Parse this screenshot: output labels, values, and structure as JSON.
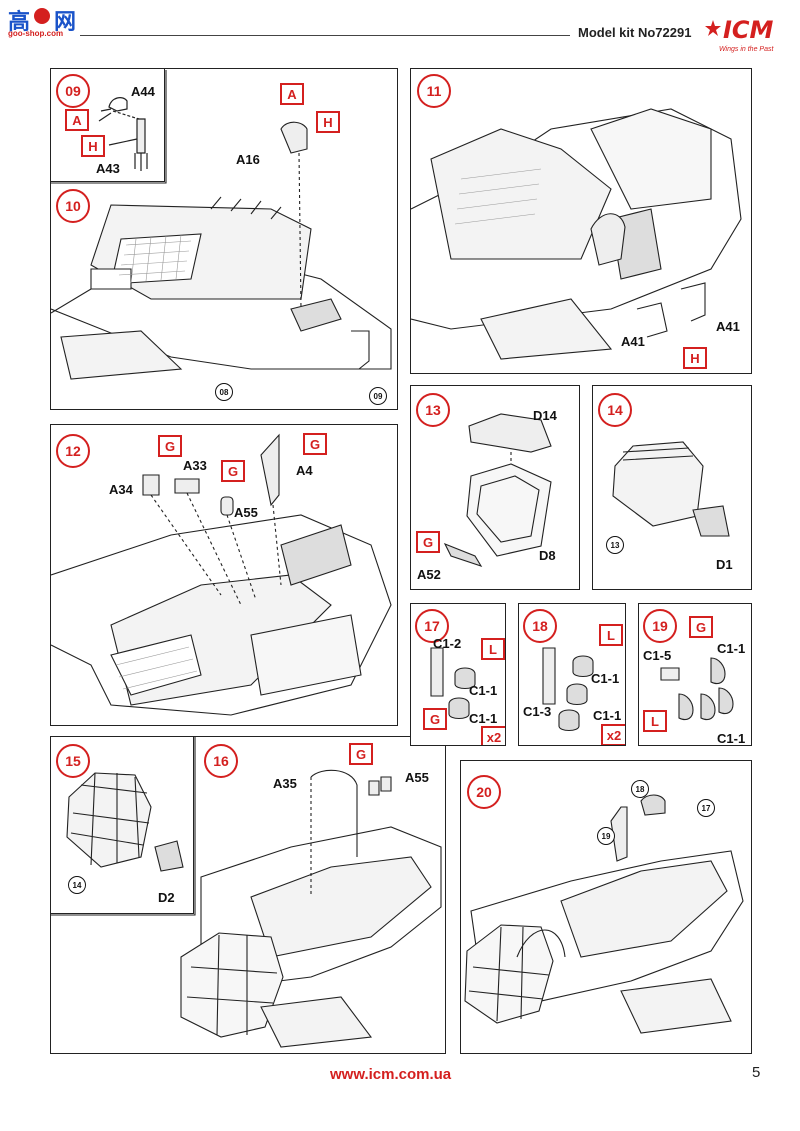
{
  "header": {
    "logo_cn": "高",
    "logo_cn2": "网",
    "logo_url": "goo-shop.com",
    "kit": "Model kit No72291",
    "brand": "ICM",
    "brand_tag": "Wings in the Past"
  },
  "footer": {
    "url": "www.icm.com.ua",
    "page": "5"
  },
  "s09": {
    "num": "09",
    "A44": "A44",
    "A43": "A43",
    "tag_a": "A",
    "tag_h": "H"
  },
  "s10": {
    "num": "10",
    "A16": "A16",
    "tag_a": "A",
    "tag_h": "H",
    "ref08": "08",
    "ref09": "09"
  },
  "s11": {
    "num": "11",
    "A41a": "A41",
    "A41b": "A41",
    "tag_h": "H"
  },
  "s12": {
    "num": "12",
    "A34": "A34",
    "A33": "A33",
    "A55": "A55",
    "A4": "A4",
    "tag_g1": "G",
    "tag_g2": "G",
    "tag_g3": "G"
  },
  "s13": {
    "num": "13",
    "D14": "D14",
    "D8": "D8",
    "A52": "A52",
    "tag_g": "G"
  },
  "s14": {
    "num": "14",
    "D1": "D1",
    "ref13": "13"
  },
  "s15": {
    "num": "15",
    "D2": "D2",
    "ref14": "14"
  },
  "s16": {
    "num": "16",
    "A35": "A35",
    "A55": "A55",
    "tag_g": "G"
  },
  "s17": {
    "num": "17",
    "C12": "C1-2",
    "C11a": "C1-1",
    "C11b": "C1-1",
    "tag_l": "L",
    "tag_g": "G",
    "x2": "x2"
  },
  "s18": {
    "num": "18",
    "C11a": "C1-1",
    "C13": "C1-3",
    "C11b": "C1-1",
    "tag_l": "L",
    "x2": "x2"
  },
  "s19": {
    "num": "19",
    "C15": "C1-5",
    "C11a": "C1-1",
    "C11b": "C1-1",
    "tag_g": "G",
    "tag_l": "L"
  },
  "s20": {
    "num": "20",
    "ref18": "18",
    "ref17": "17",
    "ref19": "19"
  }
}
